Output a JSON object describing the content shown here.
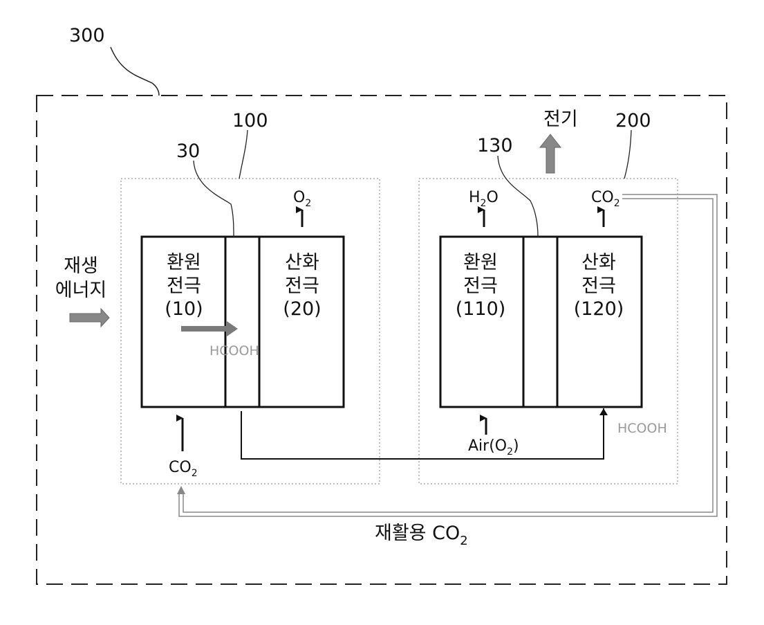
{
  "refs": {
    "system": "300",
    "electrolysis_cell": "100",
    "fuel_cell": "200",
    "membrane_left": "30",
    "membrane_right": "130"
  },
  "left_cell": {
    "reduction_electrode": {
      "line1": "환원",
      "line2": "전극",
      "line3": "(10)"
    },
    "oxidation_electrode": {
      "line1": "산화",
      "line2": "전극",
      "line3": "(20)"
    },
    "product_gas": {
      "base": "O",
      "sub": "2"
    },
    "input_gas": {
      "base": "CO",
      "sub": "2"
    }
  },
  "right_cell": {
    "reduction_electrode": {
      "line1": "환원",
      "line2": "전극",
      "line3": "(110)"
    },
    "oxidation_electrode": {
      "line1": "산화",
      "line2": "전극",
      "line3": "(120)"
    },
    "water": {
      "pre": "H",
      "sub": "2",
      "post": "O"
    },
    "co2_out": {
      "base": "CO",
      "sub": "2"
    },
    "air": {
      "pre": "Air(O",
      "sub": "2",
      "post": ")"
    }
  },
  "renewable_energy": {
    "line1": "재생",
    "line2": "에너지"
  },
  "electricity": "전기",
  "formic_acid_left": "HCOOH",
  "formic_acid_right": "HCOOH",
  "recycled_co2": {
    "pre": "재활용 CO",
    "sub": "2"
  }
}
